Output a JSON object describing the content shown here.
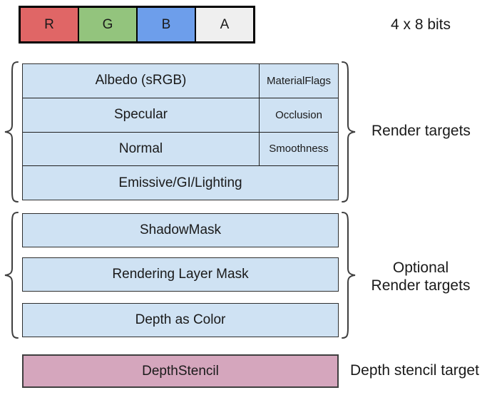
{
  "colors": {
    "channel_r": "#E06666",
    "channel_g": "#93C47D",
    "channel_b": "#6D9EEB",
    "channel_a": "#EFEFEF",
    "render_target_fill": "#CFE2F3",
    "depth_stencil_fill": "#D5A6BD",
    "border_dark": "#000000",
    "brace_stroke": "#3f3f3f"
  },
  "bit_bar": {
    "cells": [
      {
        "label": "R",
        "color": "#E06666"
      },
      {
        "label": "G",
        "color": "#93C47D"
      },
      {
        "label": "B",
        "color": "#6D9EEB"
      },
      {
        "label": "A",
        "color": "#EFEFEF"
      }
    ],
    "caption": "4 x 8 bits"
  },
  "render_targets": {
    "label": "Render targets",
    "rows": [
      {
        "main": "Albedo (sRGB)",
        "aux": "MaterialFlags"
      },
      {
        "main": "Specular",
        "aux": "Occlusion"
      },
      {
        "main": "Normal",
        "aux": "Smoothness"
      },
      {
        "main": "Emissive/GI/Lighting",
        "aux": ""
      }
    ]
  },
  "optional_targets": {
    "label_line1": "Optional",
    "label_line2": "Render targets",
    "rows": [
      "ShadowMask",
      "Rendering Layer Mask",
      "Depth as Color"
    ]
  },
  "depth_stencil": {
    "box_label": "DepthStencil",
    "caption": "Depth stencil target"
  }
}
